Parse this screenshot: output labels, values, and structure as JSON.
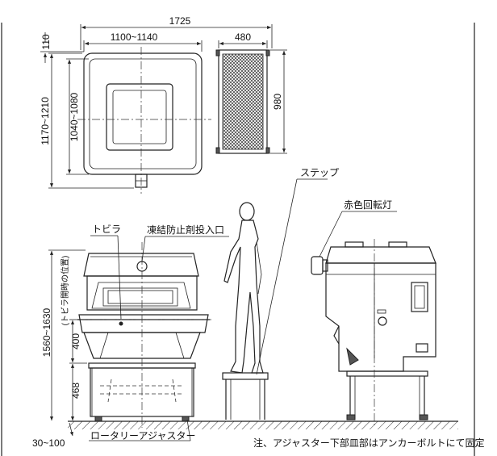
{
  "dimensions": {
    "total_width": "1725",
    "body_width": "1100~1140",
    "step_width": "480",
    "top_offset": "110",
    "outer_depth": "1170~1210",
    "inner_depth": "1040~1080",
    "step_depth": "980",
    "height": "1560~1630",
    "door_open_height": "400",
    "door_open_note": "(トビラ開時の位置)",
    "base_height": "468",
    "adjuster_range": "30~100"
  },
  "labels": {
    "step": "ステップ",
    "rotating_light": "赤色回転灯",
    "door": "トビラ",
    "antifreeze_inlet": "凍結防止剤投入口",
    "rotary_adjuster": "ロータリーアジャスター",
    "note": "注、アジャスター下部皿部はアンカーボルトにて固定"
  },
  "colors": {
    "line": "#222222",
    "background": "#ffffff"
  }
}
